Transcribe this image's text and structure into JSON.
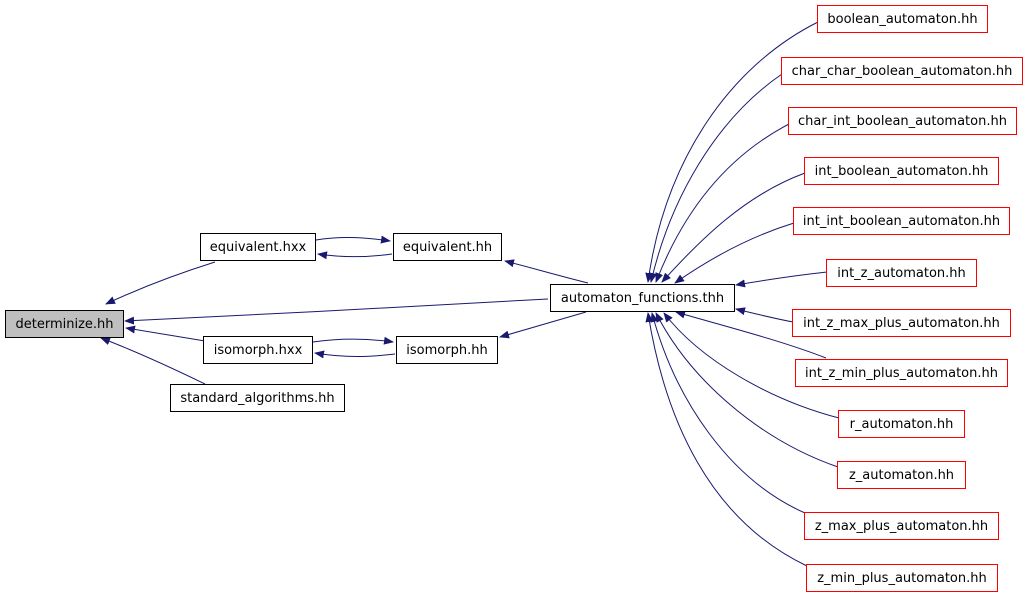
{
  "colors": {
    "edge": "#191970",
    "root_fill": "#bfbfbf",
    "root_border": "#000000",
    "normal_border": "#000000",
    "external_border": "#ff0000",
    "node_fill": "#ffffff"
  },
  "nodes": [
    {
      "id": "determinize",
      "label": "determinize.hh",
      "kind": "root"
    },
    {
      "id": "equivalent_hxx",
      "label": "equivalent.hxx",
      "kind": "normal"
    },
    {
      "id": "equivalent_hh",
      "label": "equivalent.hh",
      "kind": "normal"
    },
    {
      "id": "isomorph_hxx",
      "label": "isomorph.hxx",
      "kind": "normal"
    },
    {
      "id": "isomorph_hh",
      "label": "isomorph.hh",
      "kind": "normal"
    },
    {
      "id": "standard_algorithms",
      "label": "standard_algorithms.hh",
      "kind": "normal"
    },
    {
      "id": "automaton_functions",
      "label": "automaton_functions.thh",
      "kind": "normal"
    },
    {
      "id": "boolean_automaton",
      "label": "boolean_automaton.hh",
      "kind": "external"
    },
    {
      "id": "char_char_boolean",
      "label": "char_char_boolean_automaton.hh",
      "kind": "external"
    },
    {
      "id": "char_int_boolean",
      "label": "char_int_boolean_automaton.hh",
      "kind": "external"
    },
    {
      "id": "int_boolean",
      "label": "int_boolean_automaton.hh",
      "kind": "external"
    },
    {
      "id": "int_int_boolean",
      "label": "int_int_boolean_automaton.hh",
      "kind": "external"
    },
    {
      "id": "int_z",
      "label": "int_z_automaton.hh",
      "kind": "external"
    },
    {
      "id": "int_z_max_plus",
      "label": "int_z_max_plus_automaton.hh",
      "kind": "external"
    },
    {
      "id": "int_z_min_plus",
      "label": "int_z_min_plus_automaton.hh",
      "kind": "external"
    },
    {
      "id": "r_automaton",
      "label": "r_automaton.hh",
      "kind": "external"
    },
    {
      "id": "z_automaton",
      "label": "z_automaton.hh",
      "kind": "external"
    },
    {
      "id": "z_max_plus",
      "label": "z_max_plus_automaton.hh",
      "kind": "external"
    },
    {
      "id": "z_min_plus",
      "label": "z_min_plus_automaton.hh",
      "kind": "external"
    }
  ],
  "edges": [
    {
      "from": "equivalent_hxx",
      "to": "determinize"
    },
    {
      "from": "automaton_functions",
      "to": "determinize"
    },
    {
      "from": "isomorph_hxx",
      "to": "determinize"
    },
    {
      "from": "standard_algorithms",
      "to": "determinize"
    },
    {
      "from": "equivalent_hxx",
      "to": "equivalent_hh"
    },
    {
      "from": "equivalent_hh",
      "to": "equivalent_hxx"
    },
    {
      "from": "isomorph_hxx",
      "to": "isomorph_hh"
    },
    {
      "from": "isomorph_hh",
      "to": "isomorph_hxx"
    },
    {
      "from": "automaton_functions",
      "to": "equivalent_hh"
    },
    {
      "from": "automaton_functions",
      "to": "isomorph_hh"
    },
    {
      "from": "boolean_automaton",
      "to": "automaton_functions"
    },
    {
      "from": "char_char_boolean",
      "to": "automaton_functions"
    },
    {
      "from": "char_int_boolean",
      "to": "automaton_functions"
    },
    {
      "from": "int_boolean",
      "to": "automaton_functions"
    },
    {
      "from": "int_int_boolean",
      "to": "automaton_functions"
    },
    {
      "from": "int_z",
      "to": "automaton_functions"
    },
    {
      "from": "int_z_max_plus",
      "to": "automaton_functions"
    },
    {
      "from": "int_z_min_plus",
      "to": "automaton_functions"
    },
    {
      "from": "r_automaton",
      "to": "automaton_functions"
    },
    {
      "from": "z_automaton",
      "to": "automaton_functions"
    },
    {
      "from": "z_max_plus",
      "to": "automaton_functions"
    },
    {
      "from": "z_min_plus",
      "to": "automaton_functions"
    }
  ]
}
